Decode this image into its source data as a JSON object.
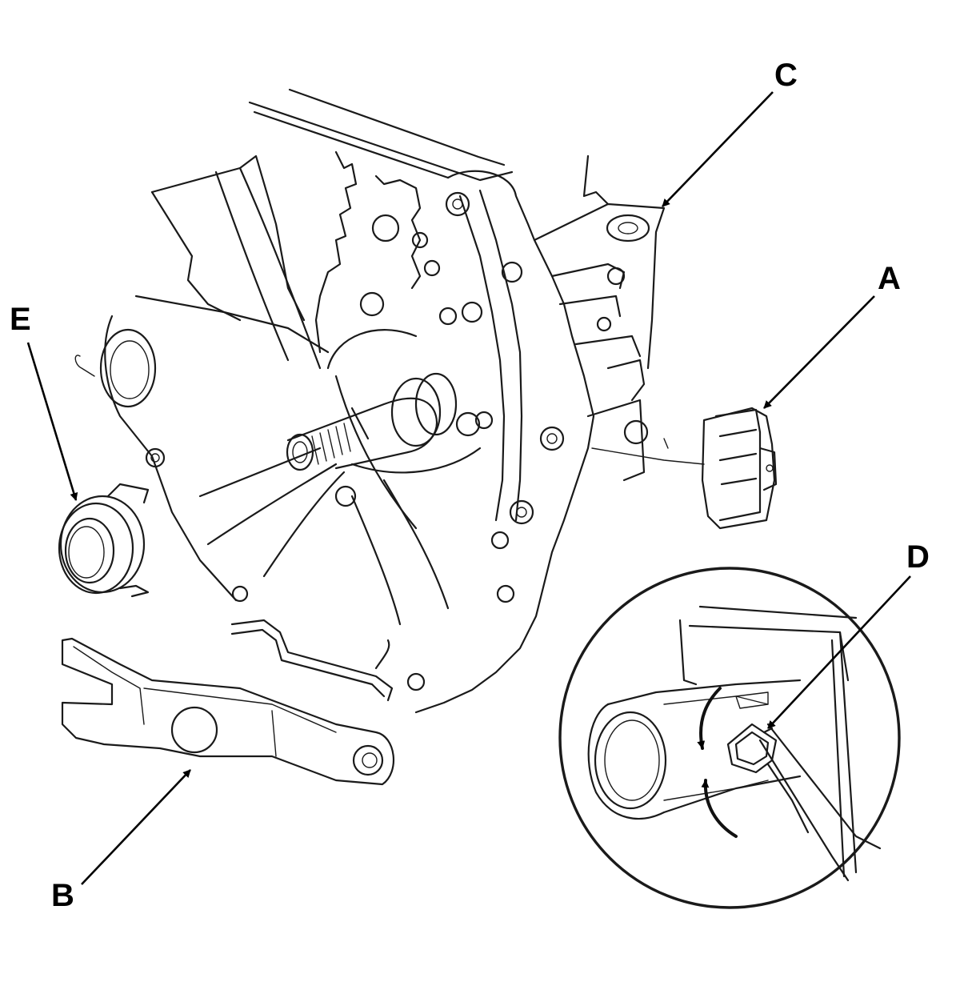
{
  "callouts": {
    "a": {
      "label": "A",
      "part": "clutch-line-bracket"
    },
    "b": {
      "label": "B",
      "part": "release-fork"
    },
    "c": {
      "label": "C",
      "part": "fork-pivot-bolt"
    },
    "d": {
      "label": "D",
      "part": "boot-clip"
    },
    "e": {
      "label": "E",
      "part": "release-bearing"
    }
  },
  "colors": {
    "line": "#1a1a1a",
    "background": "#ffffff"
  }
}
